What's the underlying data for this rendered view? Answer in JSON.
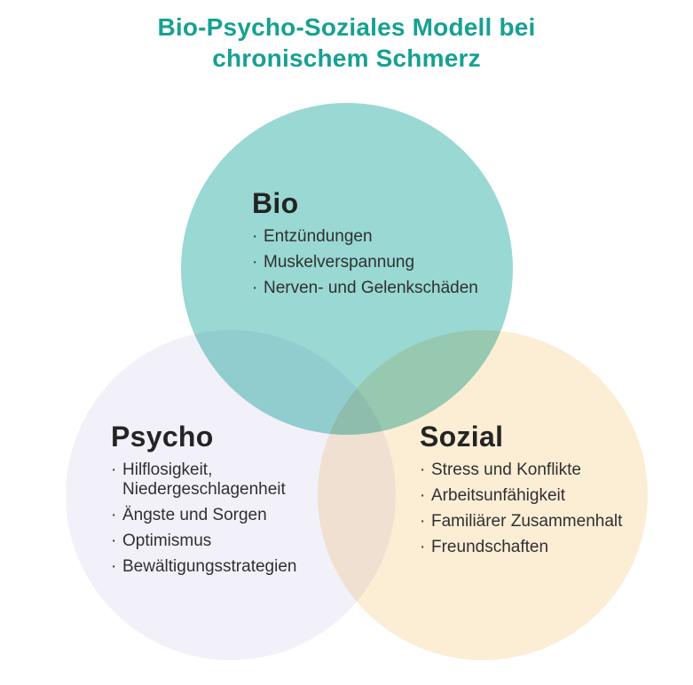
{
  "title": {
    "lines": [
      "Bio-Psycho-Soziales Modell bei",
      "chronischem Schmerz"
    ],
    "color": "#16a192"
  },
  "venn": {
    "type": "venn-diagram",
    "bullet_char": "·",
    "background": "#ffffff",
    "circles": [
      {
        "id": "bio",
        "label": "Bio",
        "fill": "#99d8d3",
        "items": [
          "Entzündungen",
          "Muskelverspannung",
          "Nerven- und Gelenkschäden"
        ]
      },
      {
        "id": "psycho",
        "label": "Psycho",
        "fill": "#f2f1fa",
        "items": [
          "Hilflosigkeit, Niedergeschlagenheit",
          "Ängste und Sorgen",
          "Optimismus",
          "Bewältigungsstrategien"
        ]
      },
      {
        "id": "sozial",
        "label": "Sozial",
        "fill": "#fcedd5",
        "items": [
          "Stress und Konflikte",
          "Arbeitsunfähigkeit",
          "Familiärer Zusammenhalt",
          "Freundschaften"
        ]
      }
    ]
  }
}
